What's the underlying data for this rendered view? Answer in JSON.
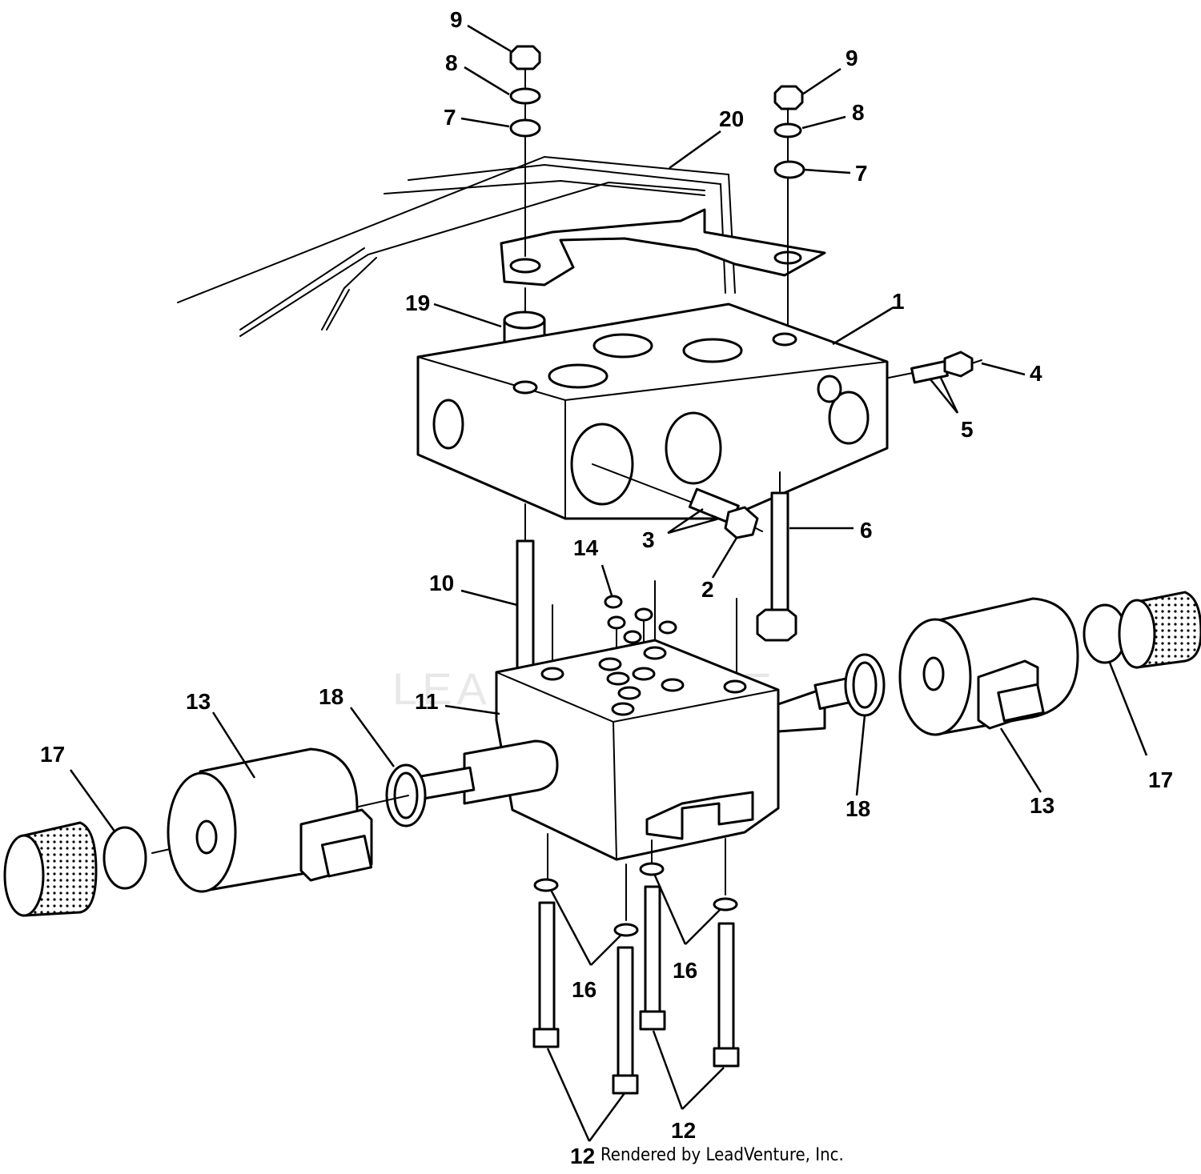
{
  "diagram": {
    "callouts": [
      {
        "id": "9a",
        "text": "9"
      },
      {
        "id": "8a",
        "text": "8"
      },
      {
        "id": "7a",
        "text": "7"
      },
      {
        "id": "9b",
        "text": "9"
      },
      {
        "id": "8b",
        "text": "8"
      },
      {
        "id": "7b",
        "text": "7"
      },
      {
        "id": "20",
        "text": "20"
      },
      {
        "id": "19",
        "text": "19"
      },
      {
        "id": "1",
        "text": "1"
      },
      {
        "id": "4",
        "text": "4"
      },
      {
        "id": "5",
        "text": "5"
      },
      {
        "id": "6",
        "text": "6"
      },
      {
        "id": "3",
        "text": "3"
      },
      {
        "id": "2",
        "text": "2"
      },
      {
        "id": "14",
        "text": "14"
      },
      {
        "id": "10",
        "text": "10"
      },
      {
        "id": "11",
        "text": "11"
      },
      {
        "id": "13a",
        "text": "13"
      },
      {
        "id": "18a",
        "text": "18"
      },
      {
        "id": "17a",
        "text": "17"
      },
      {
        "id": "18b",
        "text": "18"
      },
      {
        "id": "13b",
        "text": "13"
      },
      {
        "id": "17b",
        "text": "17"
      },
      {
        "id": "16a",
        "text": "16"
      },
      {
        "id": "16b",
        "text": "16"
      },
      {
        "id": "12a",
        "text": "12"
      },
      {
        "id": "12b",
        "text": "12"
      }
    ],
    "watermark": "LEADVENTURE",
    "credit": "Rendered by LeadVenture, Inc."
  }
}
